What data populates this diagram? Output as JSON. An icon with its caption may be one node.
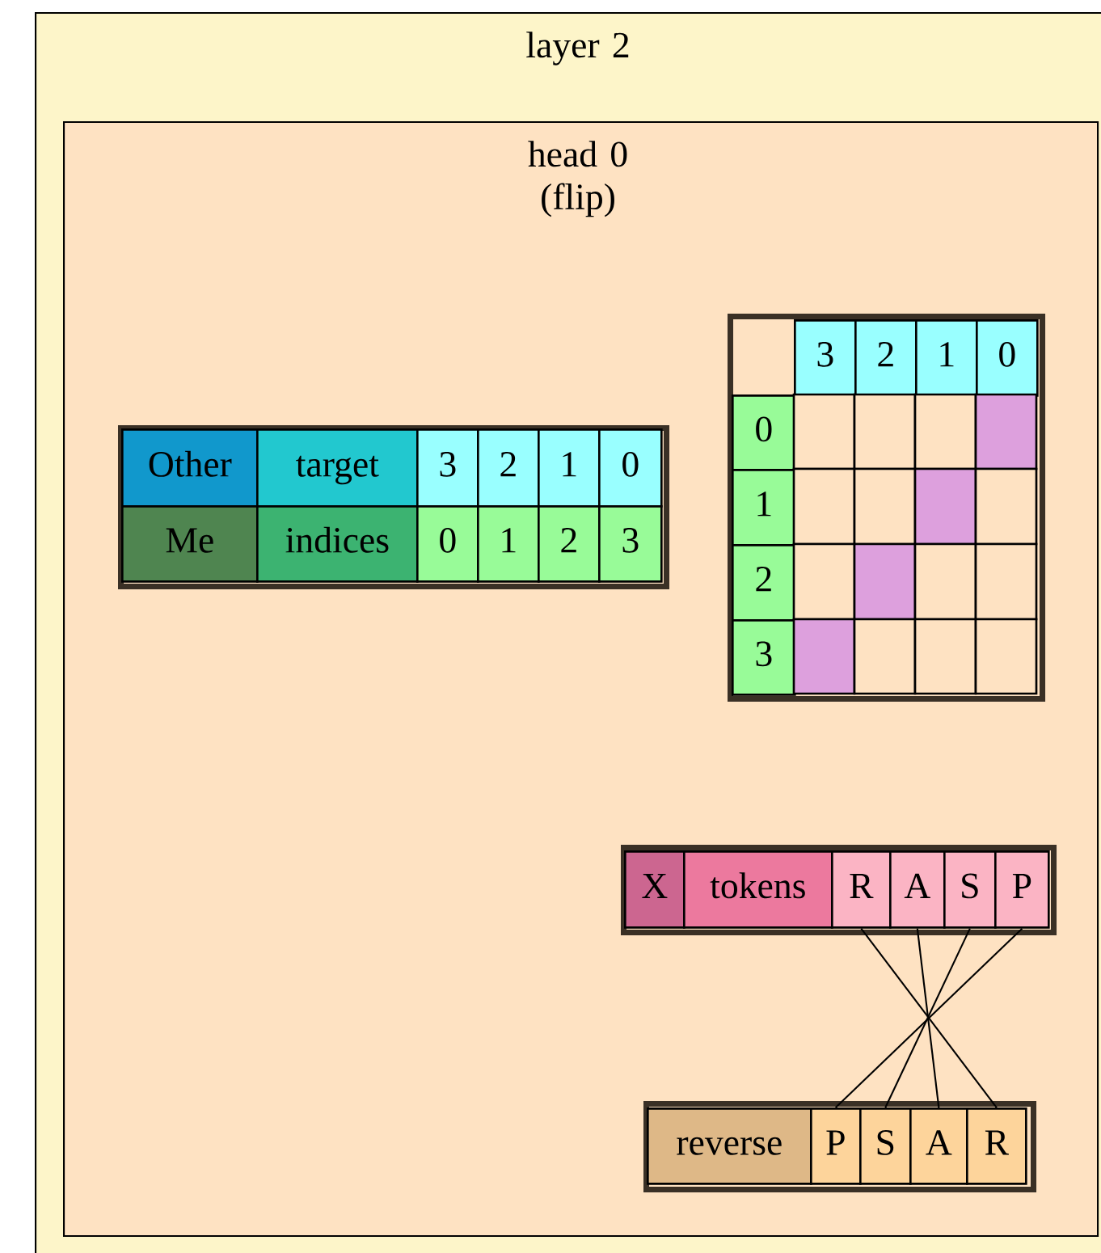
{
  "diagram": {
    "nodes": [
      {
        "text": [
          "layer 2"
        ]
      },
      {
        "text": [
          "head 0 (flip)"
        ],
        "in": 0
      },
      {
        "text": [],
        "shape": "box",
        "in": 1
      },
      {
        "text": [
          "Other"
        ],
        "in": 2
      },
      {
        "text": [
          "target"
        ],
        "in": 2
      },
      {
        "text": [
          "3"
        ],
        "in": 2
      },
      {
        "text": [
          "2"
        ],
        "in": 2
      },
      {
        "text": [
          "1"
        ],
        "in": 2
      },
      {
        "text": [
          "0"
        ],
        "in": 2
      },
      {
        "text": [
          "Me"
        ],
        "in": 2
      },
      {
        "text": [
          "indices"
        ],
        "in": 2
      },
      {
        "text": [
          "0"
        ],
        "in": 2
      },
      {
        "text": [
          "1"
        ],
        "in": 2
      },
      {
        "text": [
          "2"
        ],
        "in": 2
      },
      {
        "text": [
          "3"
        ],
        "in": 2
      },
      {
        "text": [],
        "shape": "box",
        "in": 1
      },
      {
        "text": [
          "3"
        ],
        "in": 15
      },
      {
        "text": [
          "2"
        ],
        "in": 15
      },
      {
        "text": [
          "1"
        ],
        "in": 15
      },
      {
        "text": [
          "0"
        ],
        "in": 15
      },
      {
        "text": [
          "0"
        ],
        "in": 15
      },
      {
        "text": [
          "1"
        ],
        "in": 15
      },
      {
        "text": [
          "2"
        ],
        "in": 15
      },
      {
        "text": [
          "3"
        ],
        "in": 15
      },
      {
        "text": [],
        "shape": "box",
        "in": 1
      },
      {
        "text": [
          "X"
        ],
        "in": 24
      },
      {
        "text": [
          "tokens"
        ],
        "in": 24
      },
      {
        "text": [
          "R"
        ],
        "in": 24
      },
      {
        "text": [
          "A"
        ],
        "in": 24
      },
      {
        "text": [
          "S"
        ],
        "in": 24
      },
      {
        "text": [
          "P"
        ],
        "in": 24
      },
      {
        "text": [],
        "shape": "box",
        "in": 1
      },
      {
        "text": [
          "reverse"
        ],
        "in": 31
      },
      {
        "text": [
          "P"
        ],
        "in": 31
      },
      {
        "text": [
          "S"
        ],
        "in": 31
      },
      {
        "text": [
          "A"
        ],
        "in": 31
      },
      {
        "text": [
          "R"
        ],
        "in": 31
      }
    ],
    "edges": [
      {
        "from": 27,
        "to": 36,
        "arrow": "none"
      },
      {
        "from": 28,
        "to": 35,
        "arrow": "none"
      },
      {
        "from": 29,
        "to": 34,
        "arrow": "none"
      },
      {
        "from": 30,
        "to": 33,
        "arrow": "none"
      }
    ]
  }
}
